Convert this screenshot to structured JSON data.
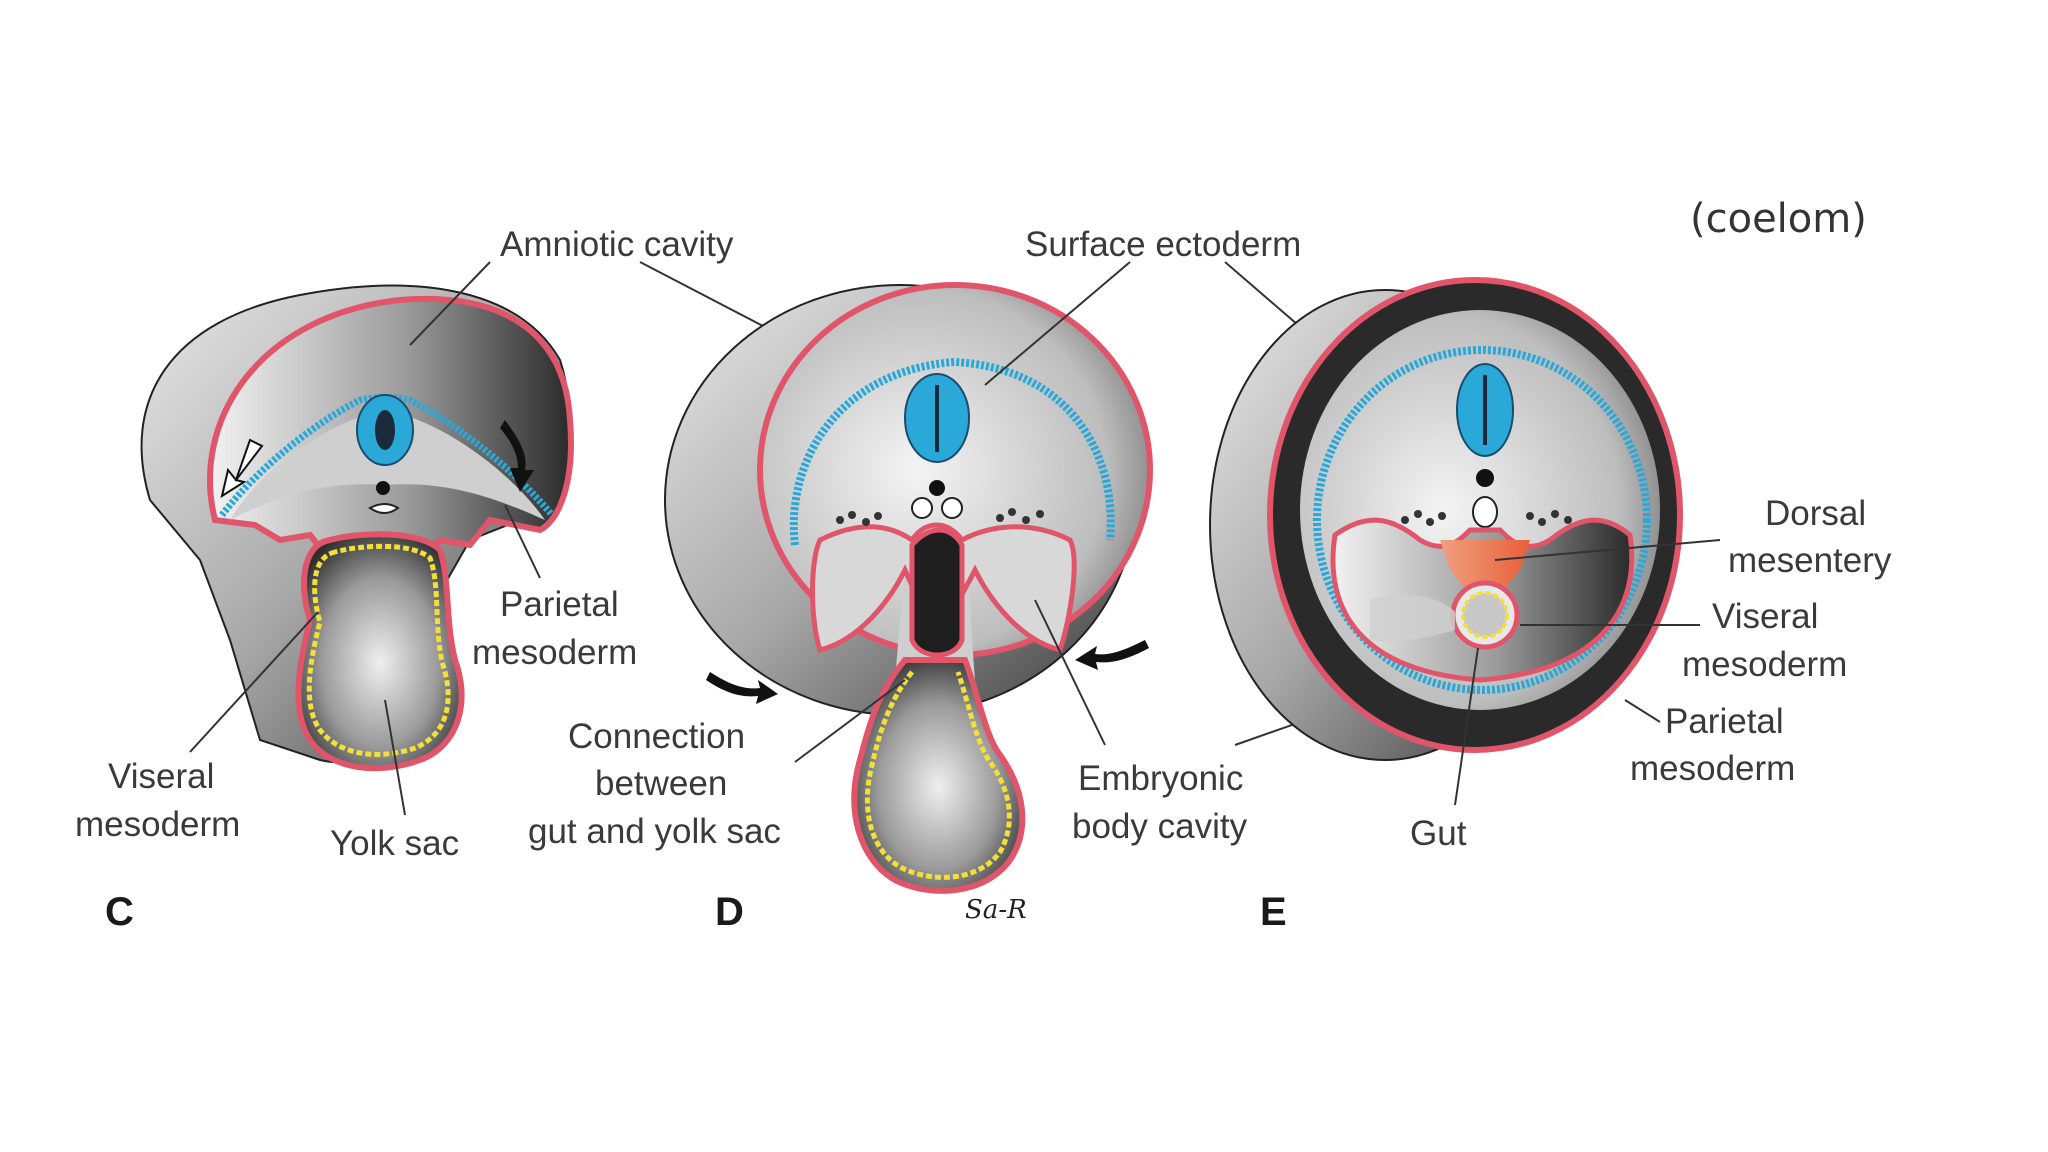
{
  "header": {
    "note": "(coelom)"
  },
  "panels": [
    {
      "id": "C",
      "letter": "C"
    },
    {
      "id": "D",
      "letter": "D"
    },
    {
      "id": "E",
      "letter": "E"
    }
  ],
  "labels": {
    "amniotic_cavity": "Amniotic cavity",
    "surface_ectoderm": "Surface ectoderm",
    "parietal_mesoderm_c": [
      "Parietal",
      "mesoderm"
    ],
    "viseral_mesoderm_c": [
      "Viseral",
      "mesoderm"
    ],
    "yolk_sac": "Yolk sac",
    "connection": [
      "Connection",
      "between",
      "gut and yolk sac"
    ],
    "embryonic_body_cavity": [
      "Embryonic",
      "body cavity"
    ],
    "dorsal_mesentery": [
      "Dorsal",
      "mesentery"
    ],
    "viseral_mesoderm_e": [
      "Viseral",
      "mesoderm"
    ],
    "parietal_mesoderm_e": [
      "Parietal",
      "mesoderm"
    ],
    "gut": "Gut"
  },
  "signature": "Sa-R",
  "colors": {
    "background": "#ffffff",
    "tissue_gray": "#b8b8b8",
    "shadow": "#2a2a2a",
    "ectoderm_red": "#e0556a",
    "neural_blue": "#2aa8d8",
    "endoderm_yellow": "#f2df3a",
    "mesentery_orange": "#e8734a"
  }
}
